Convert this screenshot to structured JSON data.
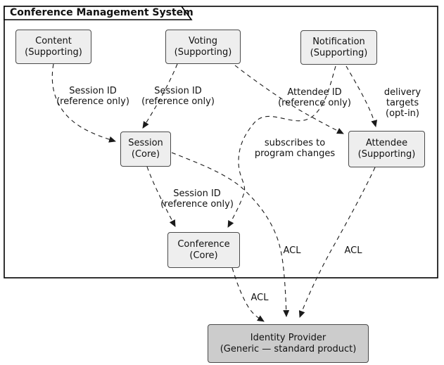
{
  "title": "Conference Management System",
  "colors": {
    "edge": "#1a1a1a",
    "frame_border": "#000000",
    "node_border": "#4a4a4a",
    "node_fill": "#eeeeee",
    "external_fill": "#cccccc",
    "background": "#ffffff"
  },
  "nodes": {
    "content": {
      "name": "Content",
      "stereotype": "(Supporting)"
    },
    "voting": {
      "name": "Voting",
      "stereotype": "(Supporting)"
    },
    "notification": {
      "name": "Notification",
      "stereotype": "(Supporting)"
    },
    "session": {
      "name": "Session",
      "stereotype": "(Core)"
    },
    "attendee": {
      "name": "Attendee",
      "stereotype": "(Supporting)"
    },
    "conference": {
      "name": "Conference",
      "stereotype": "(Core)"
    },
    "identity_provider": {
      "name": "Identity Provider",
      "stereotype": "(Generic — standard product)"
    }
  },
  "edge_labels": {
    "content_session": "Session ID\n(reference only)",
    "voting_session": "Session ID\n(reference only)",
    "voting_attendee": "Attendee ID\n(reference only)",
    "notification_attendee": "delivery targets\n(opt-in)",
    "notification_conference": "subscribes to\nprogram changes",
    "session_conference": "Session ID\n(reference only)",
    "conference_idp_acl": "ACL",
    "session_idp_acl": "ACL",
    "attendee_idp_acl": "ACL"
  }
}
